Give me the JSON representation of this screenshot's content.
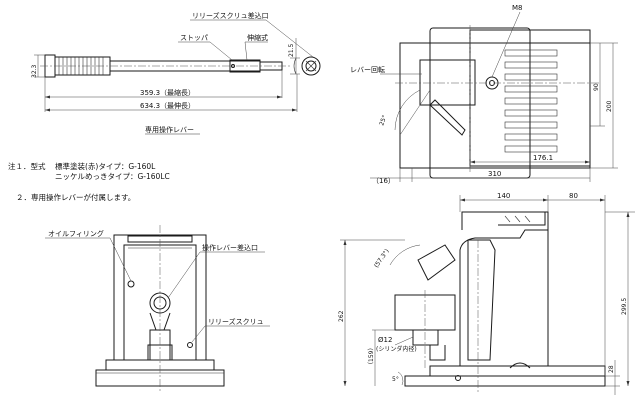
{
  "handle_view": {
    "release_screw_insert": "リリーズスクリュ差込口",
    "stopper": "ストッパ",
    "extension_type": "伸縮式",
    "dim_21_5": "21.5",
    "dim_32_3": "32.3",
    "dim_359_3": "359.3（最縮長）",
    "dim_634_3": "634.3（最伸長）",
    "caption": "専用操作レバー"
  },
  "top_view": {
    "m8": "M8",
    "lever_rotation": "レバー回転",
    "angle_25": "25°",
    "dim_90": "90",
    "dim_200": "200",
    "dim_176_1": "176.1",
    "dim_16": "（16）",
    "dim_310": "310"
  },
  "notes": {
    "note1_prefix": "注１．型式",
    "note1_line1": "標準塗装(赤)タイプ：G-160L",
    "note1_line2": "ニッケルめっきタイプ：G-160LC",
    "note2": "２．専用操作レバーが付属します。"
  },
  "front_view": {
    "oil_filling": "オイルフィリング",
    "lever_insert": "操作レバー差込口",
    "release_screw": "リリーズスクリュ"
  },
  "side_view": {
    "dim_140": "140",
    "dim_80": "80",
    "angle_57_3": "(57.3°)",
    "dim_262": "262",
    "dim_299_5": "299.5",
    "dim_159": "（159）",
    "phi_12": "Ø12",
    "cylinder_inner": "(シリンダ内径)",
    "angle_5": "5°",
    "dim_28": "28"
  }
}
